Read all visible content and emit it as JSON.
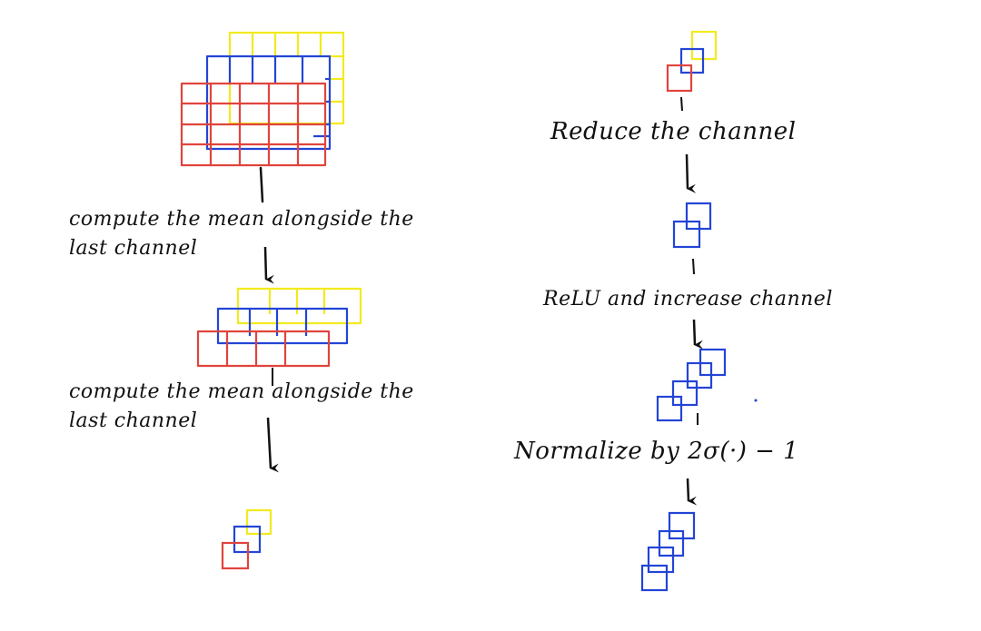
{
  "colors": {
    "red": "#e0443d",
    "blue": "#2345d6",
    "yellow": "#f2ea1f",
    "ink": "#111111",
    "background": "#ffffff"
  },
  "left": {
    "step1_line1": "compute the mean alongside the",
    "step1_line2": "last channel",
    "step2_line1": "compute the mean alongside the",
    "step2_line2": "last channel"
  },
  "right": {
    "step1": "Reduce the channel",
    "step2": "ReLU and increase channel",
    "step3": "Normalize by 2σ(·) − 1"
  }
}
